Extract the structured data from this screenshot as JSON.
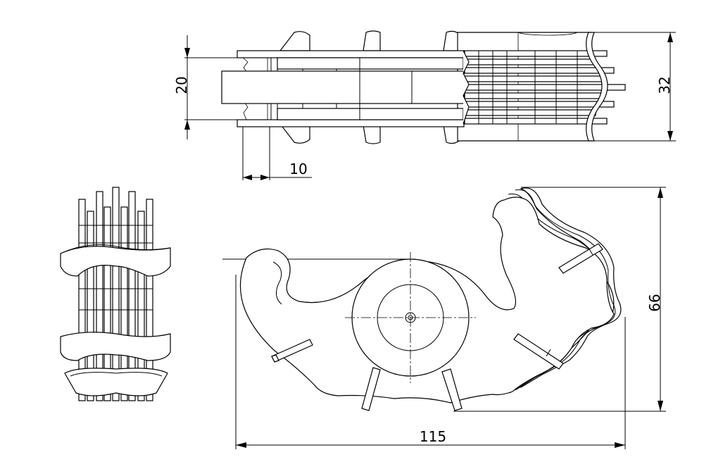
{
  "drawing": {
    "dimensions": {
      "top_height": "20",
      "top_overall": "32",
      "top_offset": "10",
      "front_height": "66",
      "front_width": "115"
    }
  }
}
